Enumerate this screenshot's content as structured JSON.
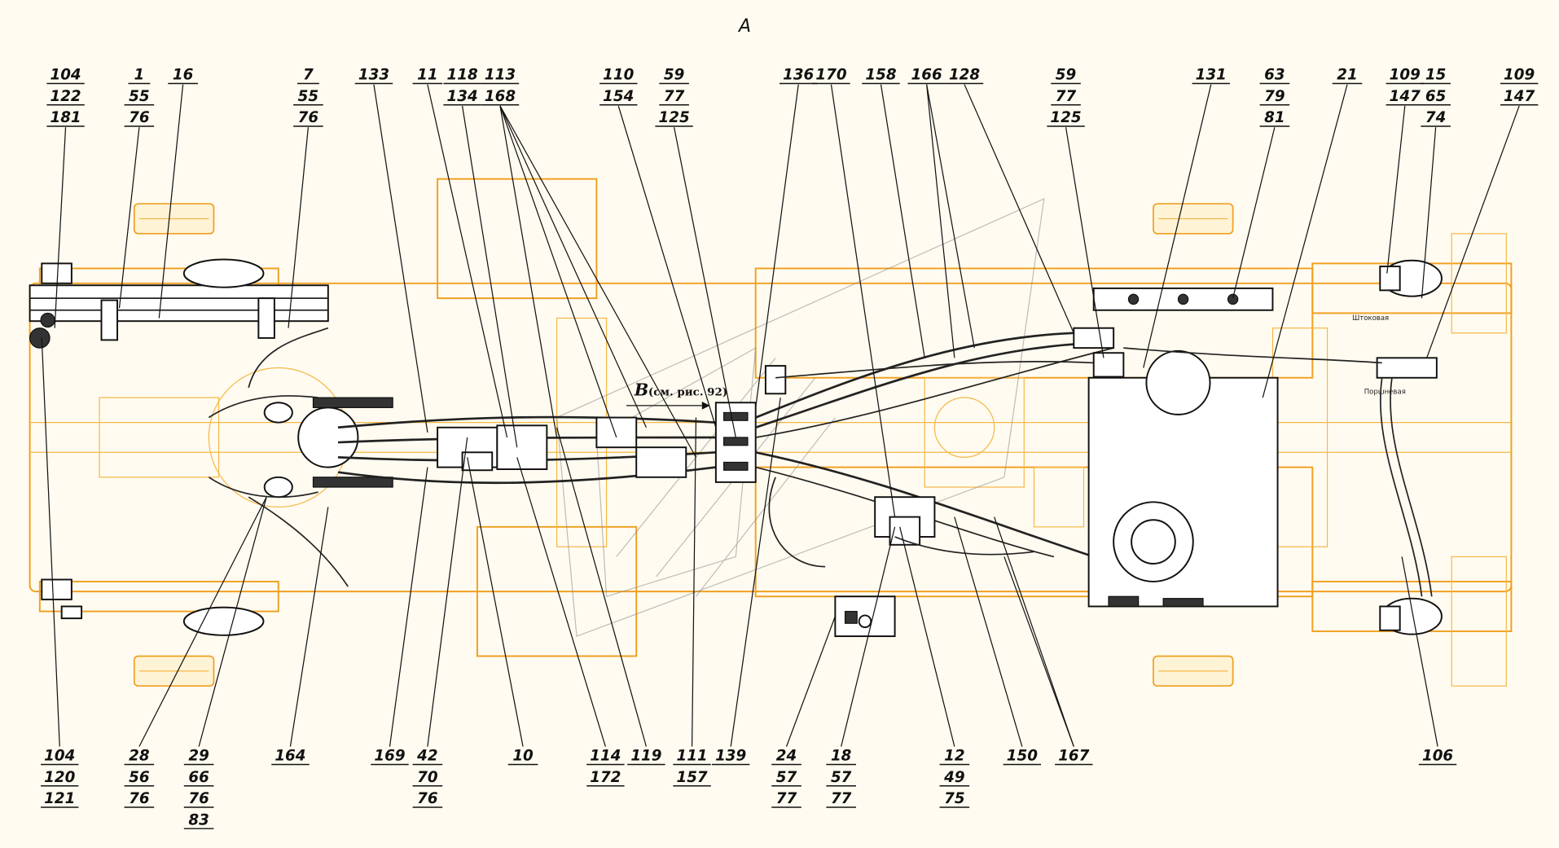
{
  "view_letter": "A",
  "reference_note": {
    "letter": "B",
    "text": "(см. рис. 92)"
  },
  "port_labels": {
    "rod_side": "Штоковая",
    "piston_side": "Поршневая"
  },
  "callouts_top": [
    [
      "104",
      "122",
      "181"
    ],
    [
      "1",
      "55",
      "76"
    ],
    [
      "16"
    ],
    [
      "7",
      "55",
      "76"
    ],
    [
      "133"
    ],
    [
      "11"
    ],
    [
      "118",
      "134"
    ],
    [
      "113",
      "168"
    ],
    [
      "110",
      "154"
    ],
    [
      "59",
      "77",
      "125"
    ],
    [
      "136"
    ],
    [
      "170"
    ],
    [
      "158"
    ],
    [
      "166"
    ],
    [
      "128"
    ],
    [
      "59",
      "77",
      "125"
    ],
    [
      "131"
    ],
    [
      "63",
      "79",
      "81"
    ],
    [
      "21"
    ],
    [
      "109",
      "147"
    ],
    [
      "15",
      "65",
      "74"
    ],
    [
      "109",
      "147"
    ]
  ],
  "callouts_bottom": [
    [
      "104",
      "120",
      "121"
    ],
    [
      "28",
      "56",
      "76"
    ],
    [
      "29",
      "66",
      "76",
      "83"
    ],
    [
      "164"
    ],
    [
      "169"
    ],
    [
      "42",
      "70",
      "76"
    ],
    [
      "10"
    ],
    [
      "114",
      "172"
    ],
    [
      "119"
    ],
    [
      "111",
      "157"
    ],
    [
      "139"
    ],
    [
      "24",
      "57",
      "77"
    ],
    [
      "18",
      "57",
      "77"
    ],
    [
      "12",
      "49",
      "75"
    ],
    [
      "150"
    ],
    [
      "167"
    ],
    [
      "106"
    ]
  ],
  "colors": {
    "frame": "#f0a020",
    "ink": "#111111",
    "background": "#fffbf0"
  }
}
